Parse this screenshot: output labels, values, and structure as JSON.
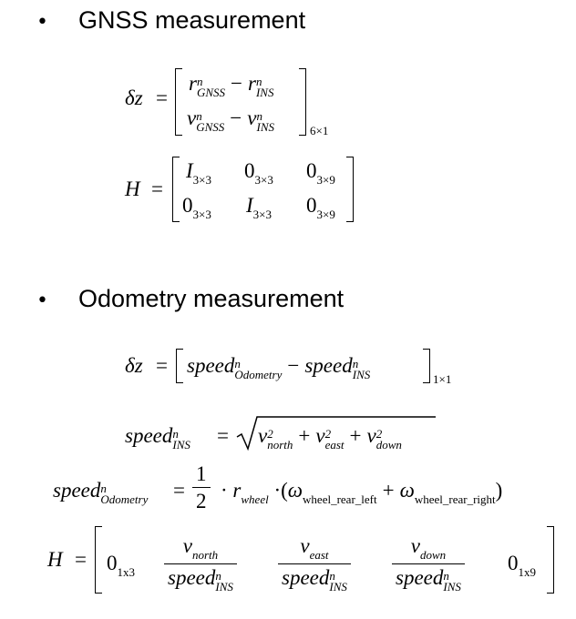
{
  "bullets": {
    "gnss": {
      "heading": "GNSS measurement"
    },
    "odometry": {
      "heading": "Odometry measurement"
    }
  },
  "symbols": {
    "delta_z": "δz",
    "H": "H",
    "eq": "=",
    "minus": "−",
    "plus": "+",
    "cdot": "·",
    "r": "r",
    "v": "v",
    "I": "I",
    "zero": "0",
    "one": "1",
    "two": "2",
    "sup_n": "n",
    "sup_2": "2",
    "speed": "speed",
    "omega": "ω",
    "lparen": "(",
    "rparen": ")"
  },
  "subscripts": {
    "gnss": "GNSS",
    "ins": "INS",
    "odometry": "Odometry",
    "north": "north",
    "east": "east",
    "down": "down",
    "wheel": "wheel",
    "wheel_rear_left": "wheel_rear_left",
    "wheel_rear_right": "wheel_rear_right",
    "d6x1": "6×1",
    "d1x1": "1×1",
    "d3x3": "3×3",
    "d3x9": "3×9",
    "d1x3": "1x3",
    "d1x9": "1x9"
  }
}
